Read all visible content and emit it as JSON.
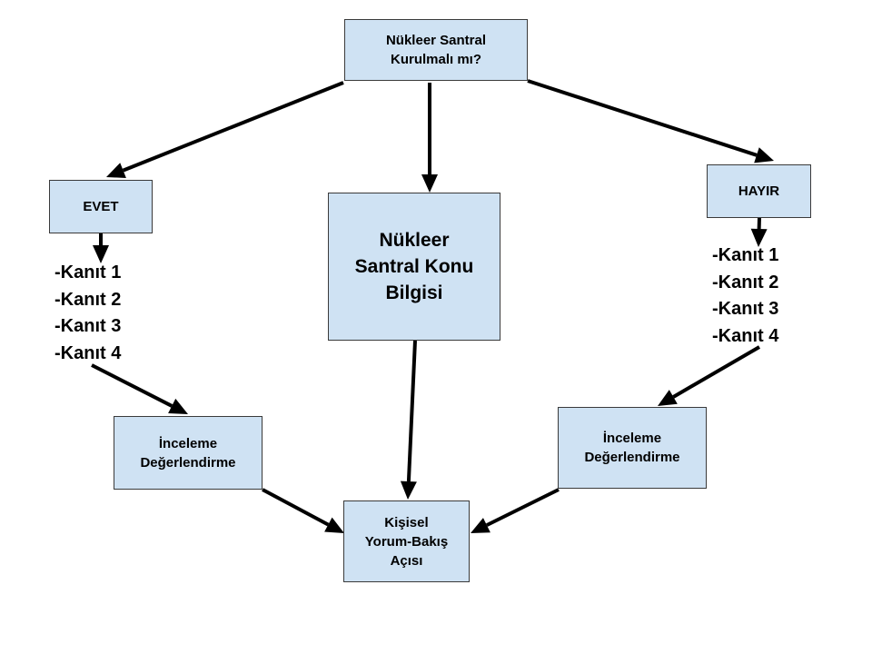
{
  "colors": {
    "box_fill": "#cfe2f3",
    "box_border": "#3a3a3a",
    "arrow": "#000000"
  },
  "nodes": {
    "question": "Nükleer Santral\nKurulmalı mı?",
    "yes": "EVET",
    "no": "HAYIR",
    "topic_info": "Nükleer\nSantral Konu\nBilgisi",
    "review_left": "İnceleme\nDeğerlendirme",
    "review_right": "İnceleme\nDeğerlendirme",
    "personal_view": "Kişisel\nYorum-Bakış\nAçısı"
  },
  "evidence_yes": [
    "-Kanıt 1",
    "-Kanıt 2",
    "-Kanıt 3",
    "-Kanıt 4"
  ],
  "evidence_no": [
    "-Kanıt 1",
    "-Kanıt 2",
    "-Kanıt 3",
    "-Kanıt 4"
  ],
  "edges": [
    {
      "from": "question",
      "to": "yes"
    },
    {
      "from": "question",
      "to": "topic_info"
    },
    {
      "from": "question",
      "to": "no"
    },
    {
      "from": "yes",
      "to": "evidence_yes"
    },
    {
      "from": "no",
      "to": "evidence_no"
    },
    {
      "from": "evidence_yes",
      "to": "review_left"
    },
    {
      "from": "evidence_no",
      "to": "review_right"
    },
    {
      "from": "topic_info",
      "to": "personal_view"
    },
    {
      "from": "review_left",
      "to": "personal_view"
    },
    {
      "from": "review_right",
      "to": "personal_view"
    }
  ]
}
